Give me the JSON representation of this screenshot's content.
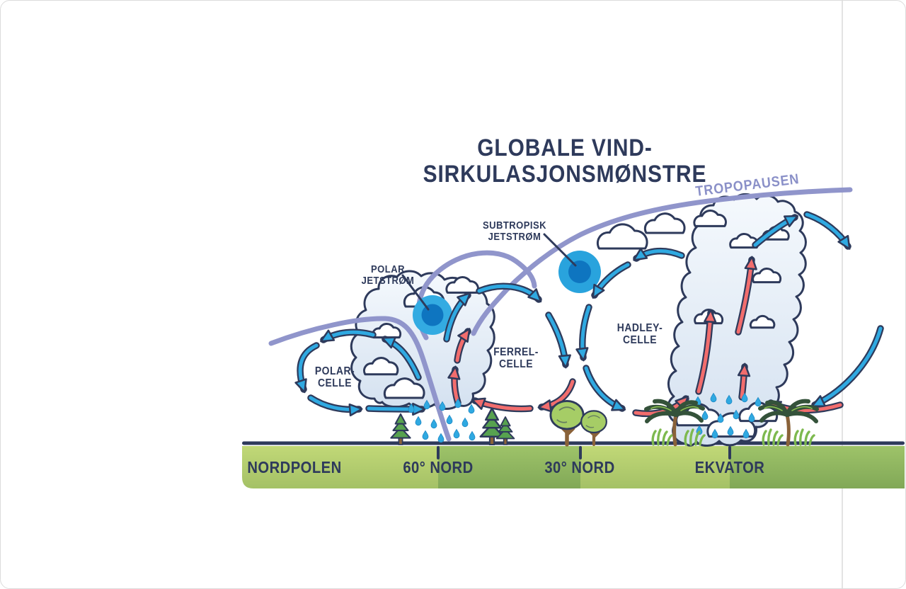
{
  "title": {
    "line1": "GLOBALE VIND-",
    "line2": "SIRKULASJONSMØNSTRE"
  },
  "tropopause_label": "TROPOPAUSEN",
  "jets": {
    "polar": [
      "POLAR",
      "JETSTRØM"
    ],
    "subtropical": [
      "SUBTROPISK",
      "JETSTRØM"
    ]
  },
  "cells": {
    "polar": [
      "POLAR-",
      "CELLE"
    ],
    "ferrel": [
      "FERREL-",
      "CELLE"
    ],
    "hadley": [
      "HADLEY-",
      "CELLE"
    ]
  },
  "ground": {
    "labels": [
      "NORDPOLEN",
      "60° NORD",
      "30° NORD",
      "EKVATOR"
    ]
  },
  "colors": {
    "navy_outline": "#2e3a5b",
    "blue_arrow": "#2fa9e1",
    "red_arrow": "#f26d6d",
    "tropopause_purple": "#9095cb",
    "jet_core_blue": "#0e75c0",
    "jet_ring_blue": "#33abe2",
    "ground_light_green": "#b9d26f",
    "ground_dark_green": "#93ba63",
    "cloud_fill": "#dfe9f4",
    "rain_blue": "#2fa9e1"
  }
}
